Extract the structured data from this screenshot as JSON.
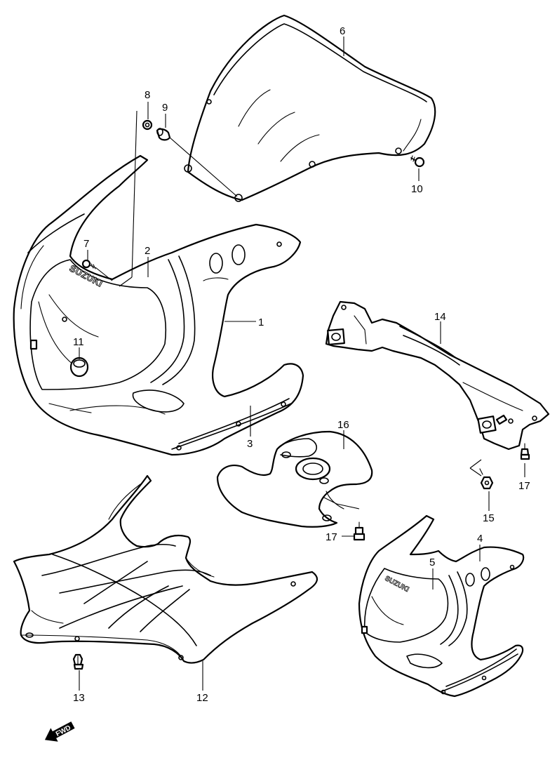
{
  "diagram": {
    "callouts": {
      "p1": "1",
      "p2": "2",
      "p3": "3",
      "p4": "4",
      "p5": "5",
      "p6": "6",
      "p7": "7",
      "p8": "8",
      "p9": "9",
      "p10": "10",
      "p11": "11",
      "p12": "12",
      "p13": "13",
      "p14": "14",
      "p15": "15",
      "p16": "16",
      "p17a": "17",
      "p17b": "17"
    },
    "emblem_main": "SUZUKI",
    "emblem_small": "SUZUKI",
    "fwd_label": "FWD"
  }
}
